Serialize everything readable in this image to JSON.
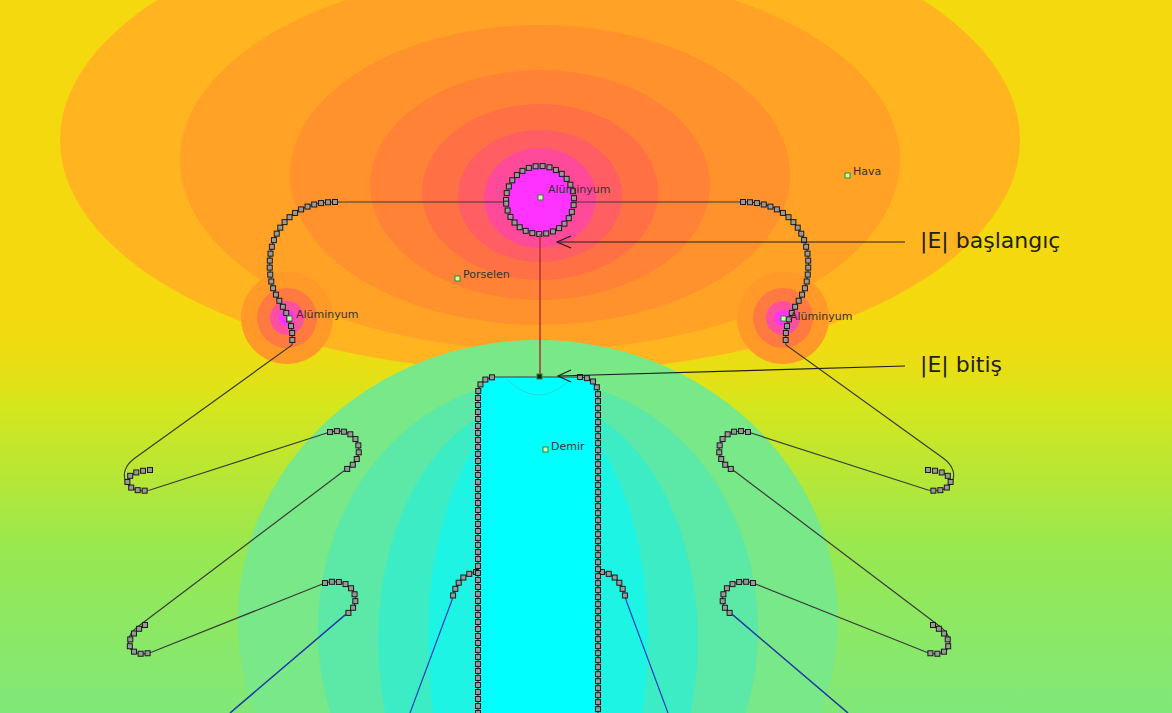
{
  "diagram": {
    "labels": [
      "Alüminyum",
      "Hava",
      "|E| başlangıç",
      "Porselen",
      "Alüminyum",
      "Alüminyum",
      "|E| bitiş",
      "Demir"
    ]
  }
}
